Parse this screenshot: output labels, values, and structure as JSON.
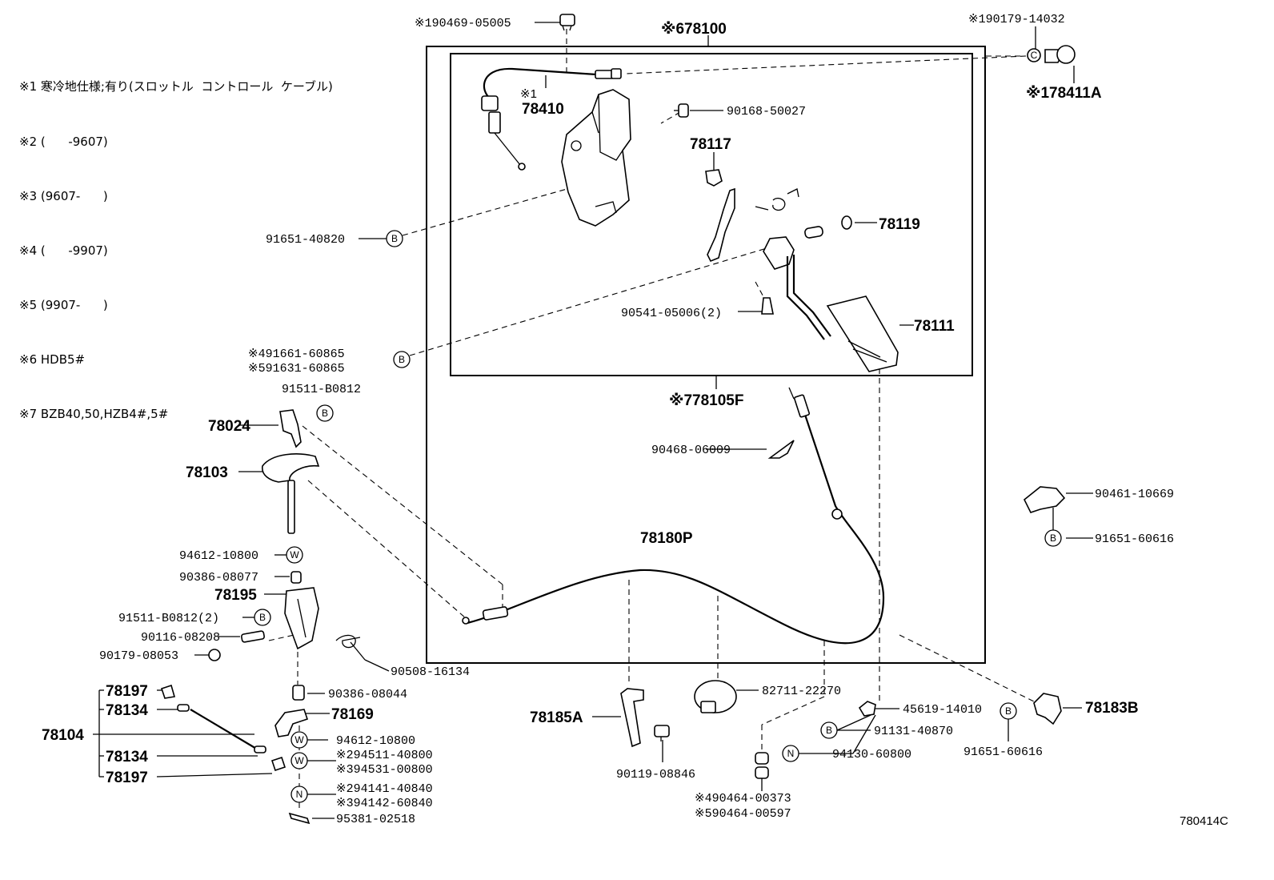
{
  "notes": [
    "※1 寒冷地仕様;有り(スロットル  コントロール  ケーブル)",
    "※2 (      -9607)",
    "※3 (9607-      )",
    "※4 (      -9907)",
    "※5 (9907-      )",
    "※6 HDB5#",
    "※7 BZB40,50,HZB4#,5#"
  ],
  "labels": {
    "p190469": "※190469-05005",
    "p78100": "※678100",
    "p190179": "※190179-14032",
    "p78411a": "※178411A",
    "p78410_mark": "※1",
    "p78410": "78410",
    "p90168": "90168-50027",
    "p78117": "78117",
    "p91651_40820": "91651-40820",
    "p78119": "78119",
    "p90541": "90541-05006(2)",
    "p78111": "78111",
    "p91661": "※491661-60865",
    "p91631": "※591631-60865",
    "p91511_a": "91511-B0812",
    "p78105f": "※778105F",
    "p78024": "78024",
    "p90468": "90468-06009",
    "p78103": "78103",
    "p90461": "90461-10669",
    "p91651_60616_a": "91651-60616",
    "p78180p": "78180P",
    "p94612_a": "94612-10800",
    "p90386_a": "90386-08077",
    "p78195": "78195",
    "p91511_b": "91511-B0812(2)",
    "p90116": "90116-08208",
    "p90179": "90179-08053",
    "p90508": "90508-16134",
    "p90386_b": "90386-08044",
    "p82711": "82711-22270",
    "p78197_a": "78197",
    "p78134_a": "78134",
    "p78104": "78104",
    "p78134_b": "78134",
    "p78197_b": "78197",
    "p78169": "78169",
    "p94612_b": "94612-10800",
    "p94511": "※294511-40800",
    "p94531": "※394531-00800",
    "p94141": "※294141-40840",
    "p94142": "※394142-60840",
    "p95381": "95381-02518",
    "p78185a": "78185A",
    "p90119": "90119-08846",
    "p45619": "45619-14010",
    "p91131": "91131-40870",
    "p94130": "94130-60800",
    "p91651_60616_b": "91651-60616",
    "p78183b": "78183B",
    "p90464_a": "※490464-00373",
    "p90464_b": "※590464-00597",
    "figure_id": "780414C"
  },
  "markers": {
    "b": "B",
    "w": "W",
    "n": "N",
    "c": "C"
  }
}
